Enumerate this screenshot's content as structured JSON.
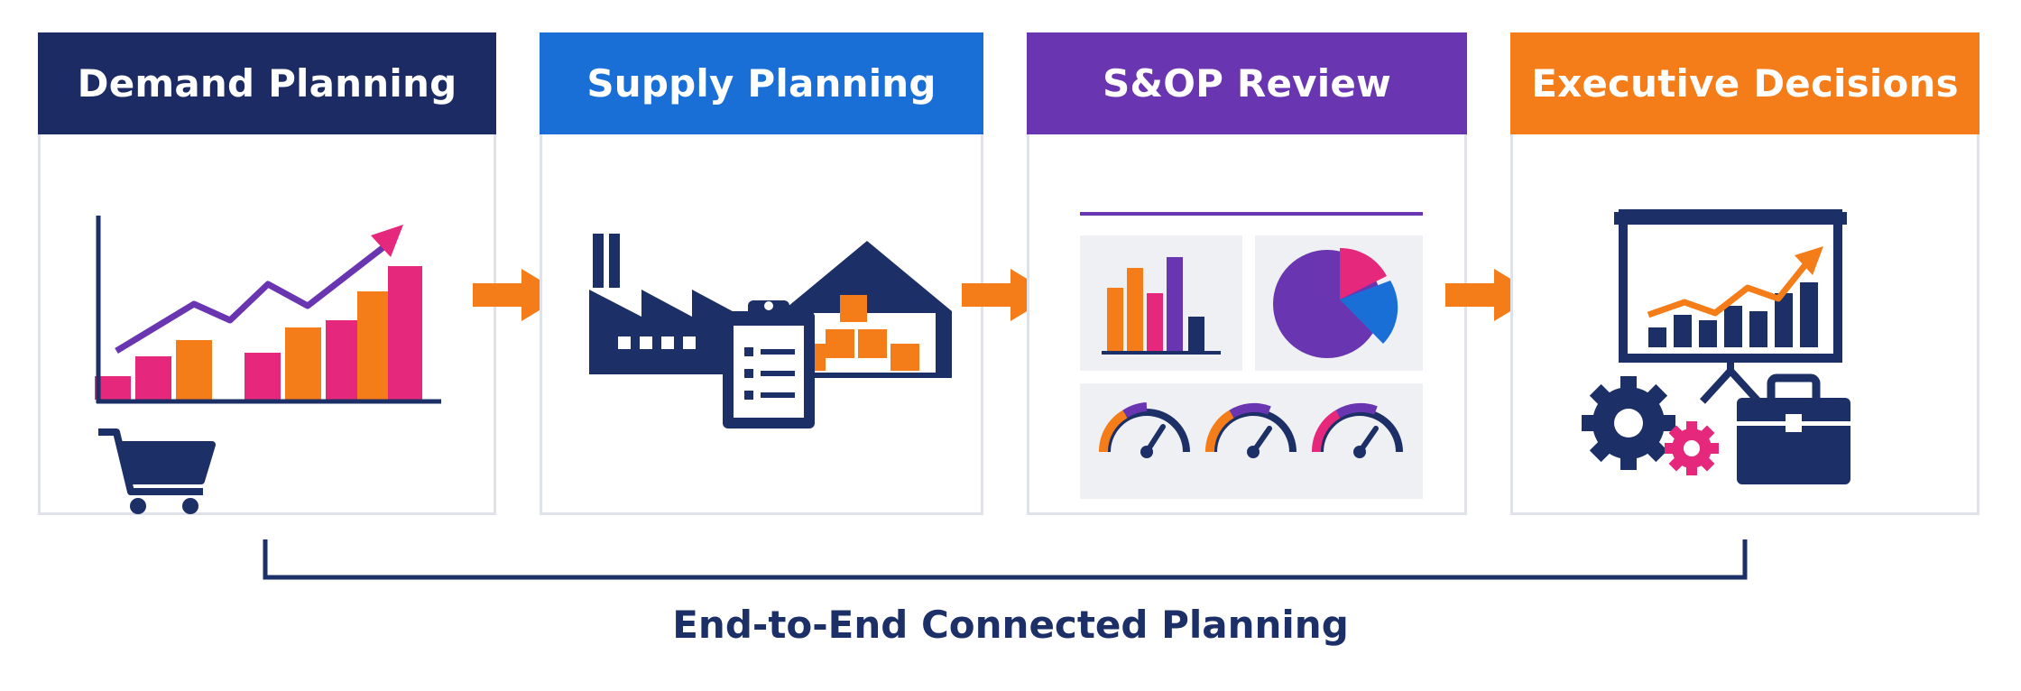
{
  "stages": [
    {
      "id": "demand",
      "title": "Demand Planning",
      "color": "#1c2b63"
    },
    {
      "id": "supply",
      "title": "Supply Planning",
      "color": "#1a6fd6"
    },
    {
      "id": "sop",
      "title": "S&OP Review",
      "color": "#6a35b0"
    },
    {
      "id": "exec",
      "title": "Executive Decisions",
      "color": "#f47d19"
    }
  ],
  "footer": {
    "label": "End-to-End Connected Planning"
  },
  "colors": {
    "navy": "#1c2f66",
    "orange": "#f47d19",
    "magenta": "#e5287b",
    "purple": "#6a35b0",
    "blue": "#1a6fd6",
    "card_border": "#dfe2e8",
    "panel_bg": "#eef0f4"
  },
  "icons": {
    "demand": [
      "bar-chart-icon",
      "trend-arrow-icon",
      "shopping-cart-icon"
    ],
    "supply": [
      "factory-icon",
      "warehouse-icon",
      "clipboard-icon"
    ],
    "sop": [
      "bar-chart-icon",
      "pie-chart-icon",
      "gauge-icon"
    ],
    "exec": [
      "presentation-board-icon",
      "gears-icon",
      "briefcase-icon"
    ],
    "connectors": [
      "arrow-right-icon",
      "bracket-icon"
    ]
  }
}
